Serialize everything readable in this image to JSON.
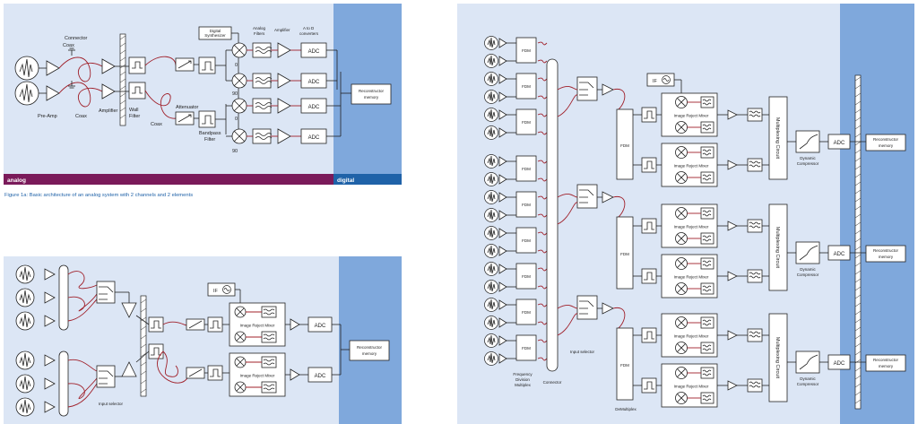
{
  "figure1": {
    "labels": {
      "connector": "Connector",
      "coax_top": "Coax",
      "coax_bottom": "Coax",
      "coax_mid": "Coax",
      "preamp": "Pre-Amp",
      "amplifier": "Amplifier",
      "wall_filter": "Wall\nFilter",
      "attenuator": "Attenuator",
      "bandpass_filter": "Bandpass\nFilter",
      "digital_synth": "Digital\nSynthesizer",
      "analog_filters": "Analog\nFilters",
      "amplifier2": "Amplifier",
      "a_to_d": "A to D\nconverters",
      "adc": "ADC",
      "reconstructor": "Reconstructor\nmemory",
      "phase_0a": "0",
      "phase_90a": "90",
      "phase_0b": "0",
      "phase_90b": "90"
    },
    "band_left": "analog",
    "band_right": "digital",
    "caption": "Figure 1a: Basic architecture of an analog system with 2 channels and 2 elements"
  },
  "figure2": {
    "labels": {
      "if": "IF",
      "image_reject_mixer": "Image Reject Mixer",
      "adc": "ADC",
      "reconstructor": "Reconstructor\nmemory",
      "input_selector": "Input selector"
    }
  },
  "figure3": {
    "labels": {
      "fdm": "FDM",
      "if": "IF",
      "image_reject_mixer": "Image Reject Mixer",
      "multiplexing_circuit": "Multiplexing Circuit",
      "dynamic_compressor": "Dynamic\nCompressor",
      "adc": "ADC",
      "reconstructor": "Reconstructor\nmemory",
      "input_selector": "Input selector",
      "connector": "Connector",
      "fdm_caption": "Frequency\nDivision\nMultiplex",
      "demultiplex": "DeMultiplex"
    }
  },
  "colors": {
    "panel_bg": "#dce6f5",
    "digital_bg": "#7fa8dc",
    "analog_band": "#7a1a5a",
    "digital_band": "#1f62a8",
    "caption": "#1f62a8",
    "signal_red": "#a0202a"
  }
}
